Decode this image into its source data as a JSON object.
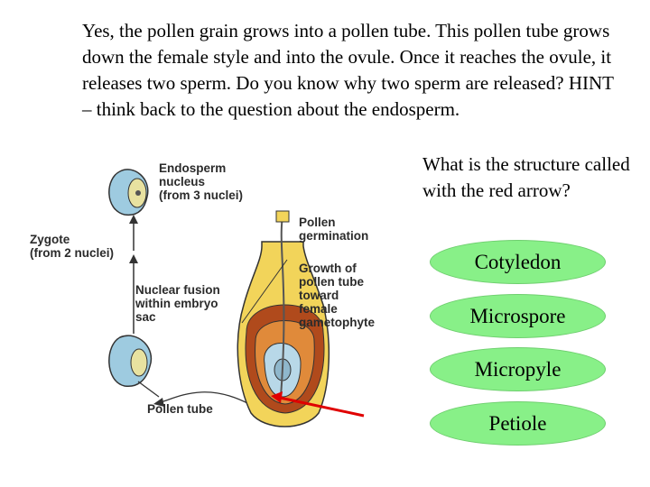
{
  "intro": "Yes, the pollen grain grows into a pollen tube.  This pollen tube grows down the female style and into the ovule.  Once it reaches the ovule, it releases two sperm.  Do you know why two sperm are released?  HINT – think back to the question about the endosperm.",
  "question": "What is the structure called with the red arrow?",
  "answers": [
    "Cotyledon",
    "Microspore",
    "Micropyle",
    "Petiole"
  ],
  "figure": {
    "labels": {
      "endosperm": [
        "Endosperm",
        "nucleus",
        "(from 3 nuclei)"
      ],
      "zygote": [
        "Zygote",
        "(from 2 nuclei)"
      ],
      "pollen_germination": [
        "Pollen",
        "germination"
      ],
      "growth": [
        "Growth of",
        "pollen tube",
        "toward",
        "female",
        "gametophyte"
      ],
      "fusion": [
        "Nuclear fusion",
        "within embryo",
        "sac"
      ],
      "pollen_tube": "Pollen tube"
    }
  },
  "colors": {
    "answer_fill": "#88f088",
    "arrow": "#e00000"
  }
}
